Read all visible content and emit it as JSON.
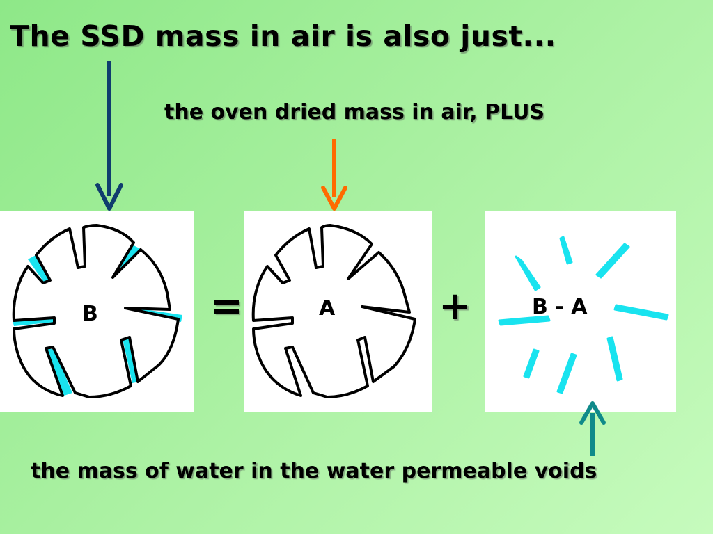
{
  "slide": {
    "title": "The SSD mass in air is also just...",
    "subtitle": "the oven dried mass in air, PLUS",
    "footer": "the mass of water in the water permeable voids"
  },
  "panels": {
    "ssd": {
      "label": "B"
    },
    "oven_dried": {
      "label": "A"
    },
    "water": {
      "label": "B - A"
    }
  },
  "operators": {
    "equals": "=",
    "plus": "+"
  },
  "colors": {
    "background_start": "#8ee888",
    "background_end": "#c6fbbd",
    "arrow_navy": "#0f3d6e",
    "arrow_orange": "#ff6a00",
    "arrow_teal": "#0f8a8a",
    "water_cyan": "#19e3ef"
  }
}
